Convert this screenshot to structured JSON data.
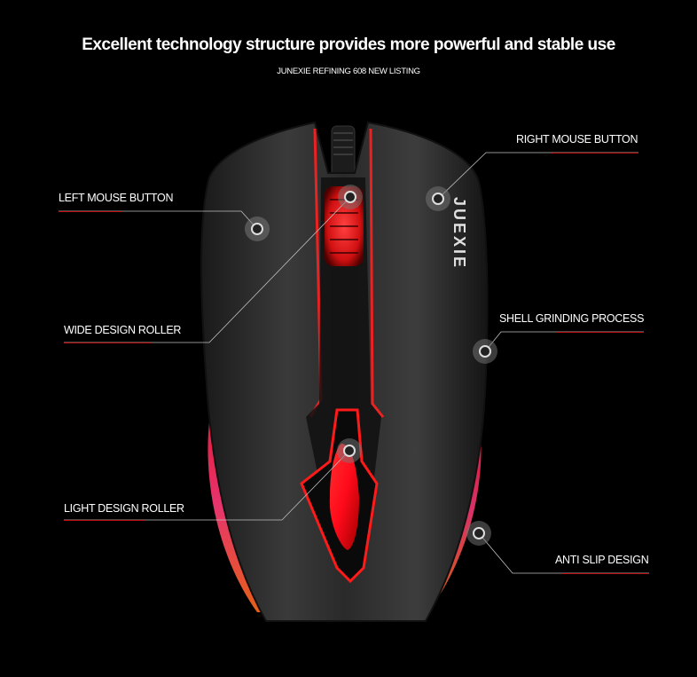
{
  "header": {
    "title": "Excellent technology structure provides more powerful and stable use",
    "subtitle": "JUNEXIE REFINING 608 NEW LISTING"
  },
  "product": {
    "brand_text": "JUEXIE",
    "accent_color": "#e8141c"
  },
  "callouts": [
    {
      "label": "LEFT MOUSE BUTTON"
    },
    {
      "label": "WIDE DESIGN ROLLER"
    },
    {
      "label": "LIGHT DESIGN ROLLER"
    },
    {
      "label": "RIGHT MOUSE BUTTON"
    },
    {
      "label": "SHELL GRINDING PROCESS"
    },
    {
      "label": "ANTI SLIP DESIGN"
    }
  ]
}
